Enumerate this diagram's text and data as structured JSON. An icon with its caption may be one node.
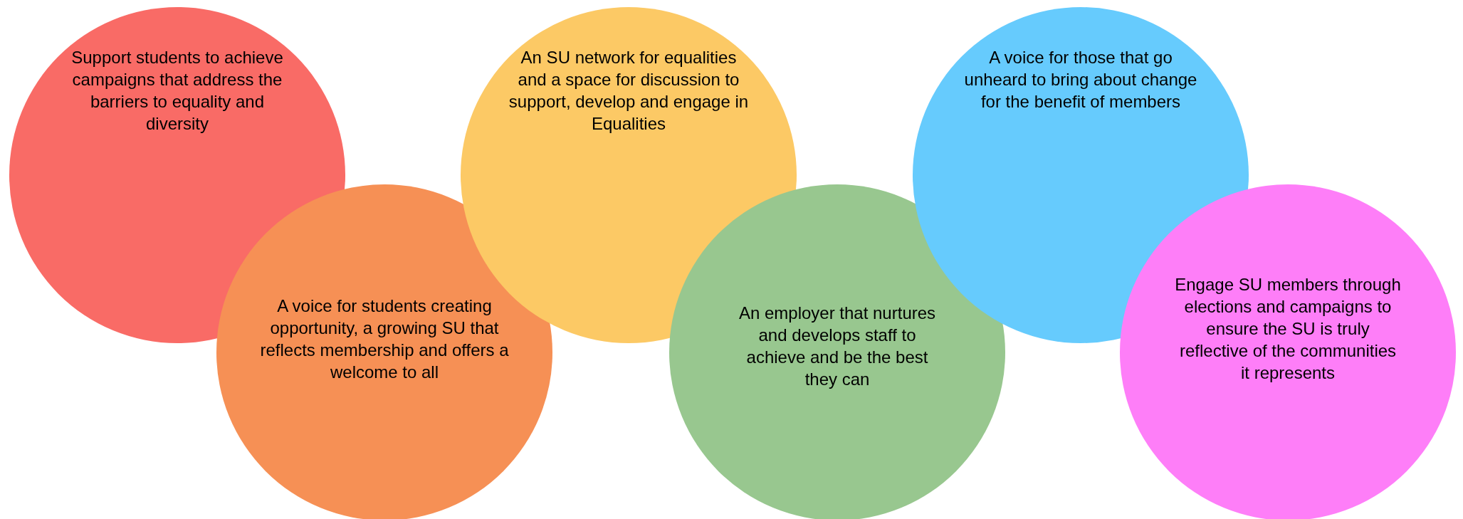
{
  "diagram": {
    "nodes": [
      {
        "text": [
          "Support students to achieve campaigns that address the barriers to equality and diversity"
        ]
      },
      {
        "text": [
          "A voice for students creating opportunity, a growing SU that reflects membership and offers a welcome to all"
        ]
      },
      {
        "text": [
          "An SU network for equalities and a space for discussion to support, develop and engage in Equalities"
        ]
      },
      {
        "text": [
          "An employer that nurtures and develops staff to achieve and be the best they can"
        ]
      },
      {
        "text": [
          "A voice for those that go unheard to bring about change for the benefit of members"
        ]
      },
      {
        "text": [
          "Engage SU members through elections and campaigns to ensure the SU is truly reflective of the communities it represents"
        ]
      }
    ]
  }
}
